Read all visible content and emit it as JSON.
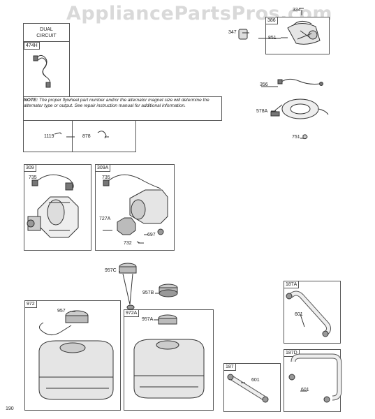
{
  "watermark": "AppliancePartsPros.com",
  "dual_circuit": {
    "title": "DUAL\nCIRCUIT",
    "tag": "474H"
  },
  "note": {
    "prefix": "NOTE:",
    "text": "The proper flywheel part number and/or the alternator magnet size will determine the alternator type or output. See repair instruction manual for additional information."
  },
  "boxes": {
    "b309": "309",
    "b309A": "309A",
    "b972": "972",
    "b972A": "972A",
    "b187A": "187A",
    "b187": "187",
    "b187D": "187D",
    "b386": "386"
  },
  "labels": {
    "l1119": "1119",
    "l878": "878",
    "l334": "334",
    "l347": "347",
    "l851": "851",
    "l356": "356",
    "l578A": "578A",
    "l751": "751",
    "l735a": "735",
    "l735b": "735",
    "l727A": "727A",
    "l697": "697",
    "l732": "732",
    "l957C": "957C",
    "l957B": "957B",
    "l957": "957",
    "l957A": "957A",
    "l601a": "601",
    "l601b": "601",
    "l601c": "601",
    "page_number": "190"
  }
}
